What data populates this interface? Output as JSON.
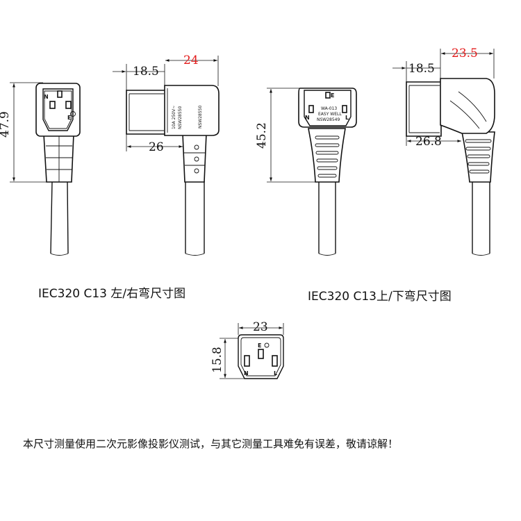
{
  "captions": {
    "left_right_bend": "IEC320 C13 左/右弯尺寸图",
    "up_down_bend": "IEC320 C13上/下弯尺寸图"
  },
  "note": "本尺寸测量使用二次元影像投影仪测试，与其它测量工具难免有误差，敬请谅解！",
  "dimensions": {
    "lr_height": "47.9",
    "lr_top_offset": "18.5",
    "lr_total_width": "24",
    "lr_body_width": "26",
    "ud_height": "45.2",
    "ud_top_offset": "18.5",
    "ud_total_width": "23.5",
    "ud_body_width": "26.8",
    "face_width": "23",
    "face_height": "15.8"
  },
  "pin_labels": {
    "neutral": "N",
    "live": "L",
    "earth": "E"
  },
  "markings": {
    "side_rating": "10A 250V~",
    "side_code": "NSW28550",
    "top_code_1": "WA-013",
    "top_code_2": "EASY WELL",
    "top_code_3": "NSW28549"
  },
  "colors": {
    "highlight_dimension": "#e31b1b",
    "line": "#111111"
  }
}
